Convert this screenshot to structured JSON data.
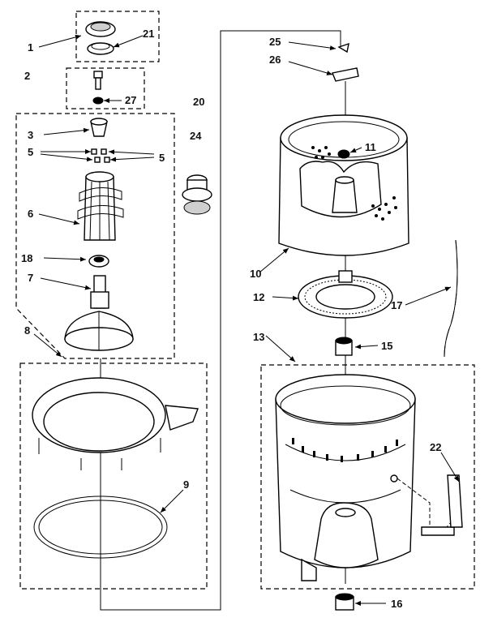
{
  "diagram": {
    "callouts": {
      "c1": "1",
      "c21": "21",
      "c2": "2",
      "c27": "27",
      "c20": "20",
      "c3": "3",
      "c5a": "5",
      "c5b": "5",
      "c24": "24",
      "c6": "6",
      "c18": "18",
      "c7": "7",
      "c8": "8",
      "c9": "9",
      "c25": "25",
      "c26": "26",
      "c11": "11",
      "c10": "10",
      "c12": "12",
      "c17": "17",
      "c13": "13",
      "c15": "15",
      "c22": "22",
      "c16": "16"
    }
  }
}
